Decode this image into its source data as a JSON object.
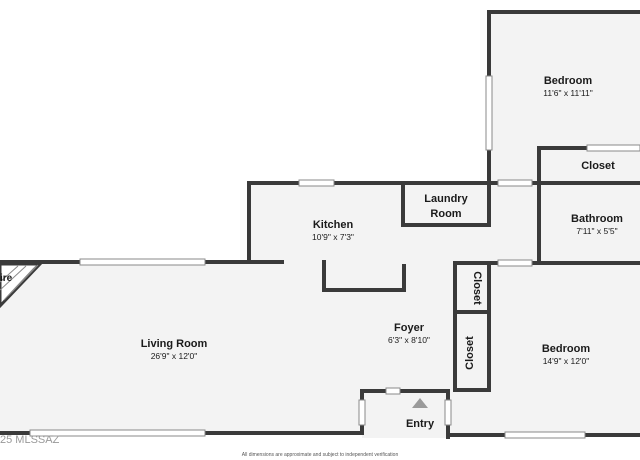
{
  "rooms": {
    "bedroom_top": {
      "name": "Bedroom",
      "dims": "11'6\" x 11'11\""
    },
    "closet_top": {
      "name": "Closet"
    },
    "laundry": {
      "line1": "Laundry",
      "line2": "Room"
    },
    "kitchen": {
      "name": "Kitchen",
      "dims": "10'9\" x 7'3\""
    },
    "bathroom": {
      "name": "Bathroom",
      "dims": "7'11\" x 5'5\""
    },
    "closet_mid": {
      "name": "Closet"
    },
    "closet_low": {
      "name": "Closet"
    },
    "living": {
      "name": "Living Room",
      "dims": "26'9\" x 12'0\""
    },
    "foyer": {
      "name": "Foyer",
      "dims": "6'3\" x 8'10\""
    },
    "bedroom_bottom": {
      "name": "Bedroom",
      "dims": "14'9\" x 12'0\""
    },
    "entry": {
      "name": "Entry"
    },
    "fireplace": {
      "name": "ire"
    }
  },
  "footer": {
    "disclaimer": "All dimensions are approximate and subject to independent verification"
  },
  "watermark": {
    "text": "25 MLSSAZ"
  },
  "colors": {
    "wall": "#3a3a3a",
    "floor": "#f3f3f3",
    "window": "#ffffff",
    "entry_arrow": "#9a9a9a"
  }
}
